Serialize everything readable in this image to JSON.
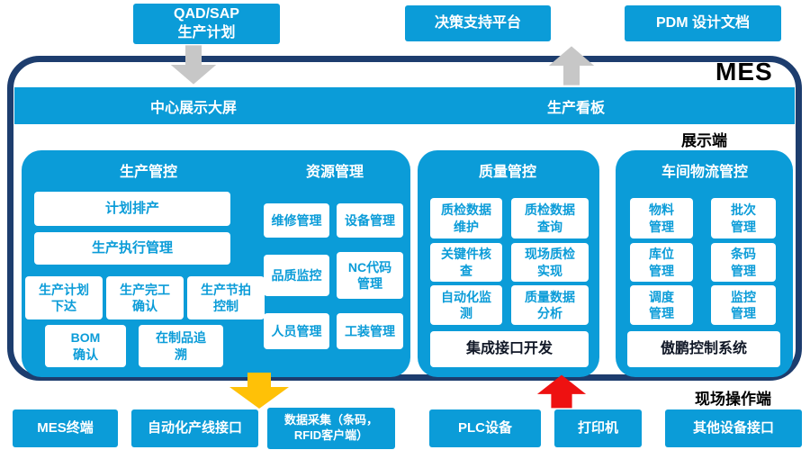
{
  "mes_label": "MES",
  "colors": {
    "primary_blue": "#0b9cd8",
    "frame_border": "#1d3d6e",
    "arrow_gray": "#c7c7c7",
    "arrow_yellow": "#ffc107",
    "arrow_red": "#ee1111",
    "emphasis_text": "#111827"
  },
  "top_systems": [
    {
      "label": "QAD/SAP\n生产计划"
    },
    {
      "label": "决策支持平台"
    },
    {
      "label": "PDM 设计文档"
    }
  ],
  "header": {
    "left": "中心展示大屏",
    "right": "生产看板"
  },
  "side_labels": {
    "display": "展示端",
    "field": "现场操作端"
  },
  "production": {
    "title": "生产管控",
    "items": [
      {
        "label": "计划排产"
      },
      {
        "label": "生产执行管理"
      },
      {
        "label": "生产计划\n下达"
      },
      {
        "label": "生产完工\n确认"
      },
      {
        "label": "生产节拍\n控制"
      },
      {
        "label": "BOM\n确认"
      },
      {
        "label": "在制品追\n溯"
      }
    ]
  },
  "resources": {
    "title": "资源管理",
    "items": [
      {
        "label": "维修管理"
      },
      {
        "label": "设备管理"
      },
      {
        "label": "品质监控"
      },
      {
        "label": "NC代码\n管理"
      },
      {
        "label": "人员管理"
      },
      {
        "label": "工装管理"
      }
    ]
  },
  "quality": {
    "title": "质量管控",
    "items": [
      {
        "label": "质检数据\n维护"
      },
      {
        "label": "质检数据\n查询"
      },
      {
        "label": "关键件核\n查"
      },
      {
        "label": "现场质检\n实现"
      },
      {
        "label": "自动化监\n测"
      },
      {
        "label": "质量数据\n分析"
      }
    ],
    "wide": "集成接口开发"
  },
  "logistics": {
    "title": "车间物流管控",
    "items": [
      {
        "label": "物料\n管理"
      },
      {
        "label": "批次\n管理"
      },
      {
        "label": "库位\n管理"
      },
      {
        "label": "条码\n管理"
      },
      {
        "label": "调度\n管理"
      },
      {
        "label": "监控\n管理"
      }
    ],
    "wide": "傲鹏控制系统"
  },
  "bottom_devices": [
    {
      "label": "MES终端"
    },
    {
      "label": "自动化产线接口"
    },
    {
      "label": "数据采集（条码，\nRFID客户端）"
    },
    {
      "label": "PLC设备"
    },
    {
      "label": "打印机"
    },
    {
      "label": "其他设备接口"
    }
  ]
}
